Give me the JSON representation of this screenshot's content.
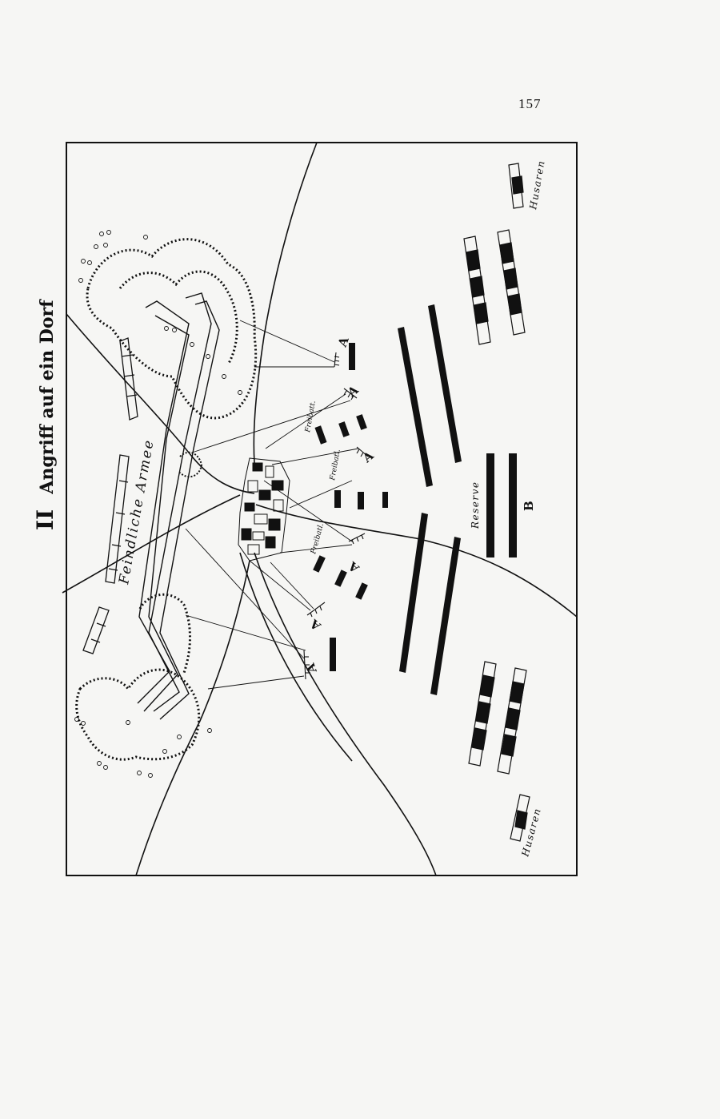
{
  "page": {
    "number": "157"
  },
  "plate": {
    "number": "II",
    "title": "Angriff auf ein Dorf"
  },
  "map": {
    "labels": {
      "enemy_army": "Feindliche Armee",
      "reserve": "Reserve",
      "reserve_letter": "B",
      "attack_letter": "A",
      "freibat": "Freibatt.",
      "freibat_short": "Freibatl.",
      "hussars": "Husaren"
    },
    "colors": {
      "ink": "#111111",
      "paper": "#f6f6f4"
    },
    "icons": [
      "village-icon",
      "hill-hatching-icon",
      "battalion-block-icon",
      "cavalry-squadron-icon",
      "artillery-battery-icon"
    ]
  }
}
